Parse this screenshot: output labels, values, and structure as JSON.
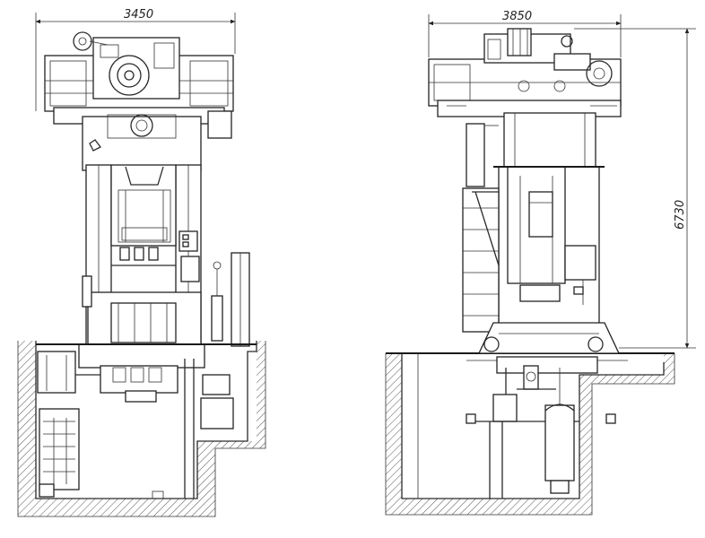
{
  "dimensions": {
    "front_width": "3450",
    "side_width": "3850",
    "height": "6730"
  },
  "colors": {
    "line": "#222222",
    "background": "#ffffff"
  }
}
